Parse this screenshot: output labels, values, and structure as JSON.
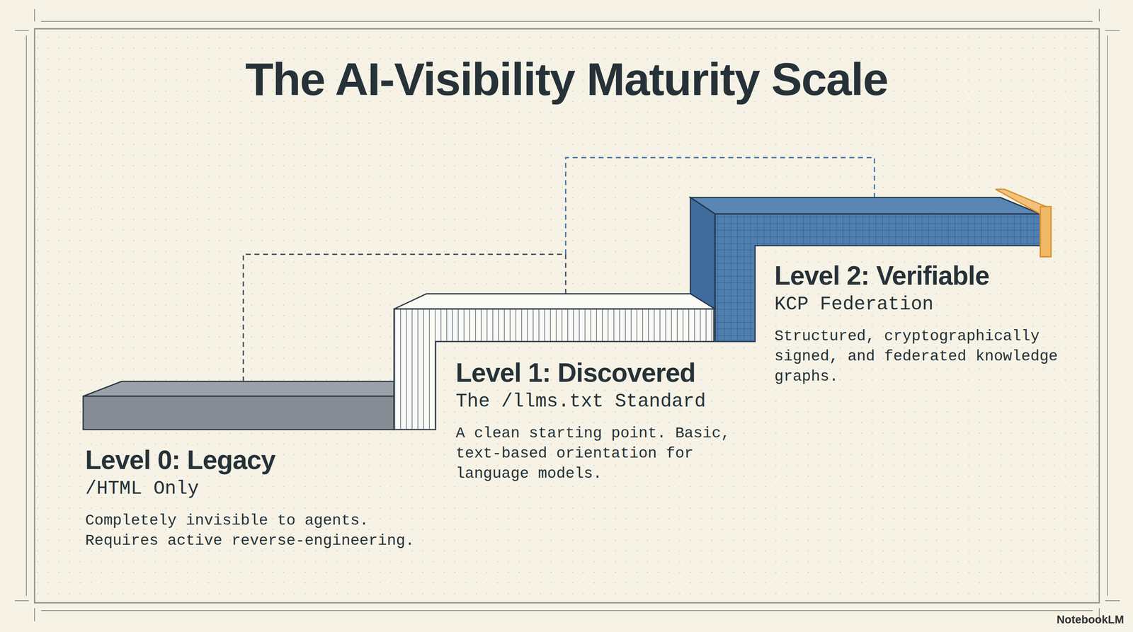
{
  "diagram": {
    "title": "The AI-Visibility Maturity Scale",
    "nodes": [
      {
        "text": [
          "Level 0: Legacy",
          "/HTML Only",
          "Completely invisible to agents. Requires active reverse-engineering."
        ]
      },
      {
        "text": [
          "Level 1: Discovered",
          "The /llms.txt Standard",
          "A clean starting point. Basic, text-based orientation for language models."
        ]
      },
      {
        "text": [
          "Level 2: Verifiable",
          "KCP Federation",
          "Structured, cryptographically signed, and federated knowledge graphs."
        ]
      }
    ],
    "labels": [
      "NotebookLM"
    ]
  }
}
